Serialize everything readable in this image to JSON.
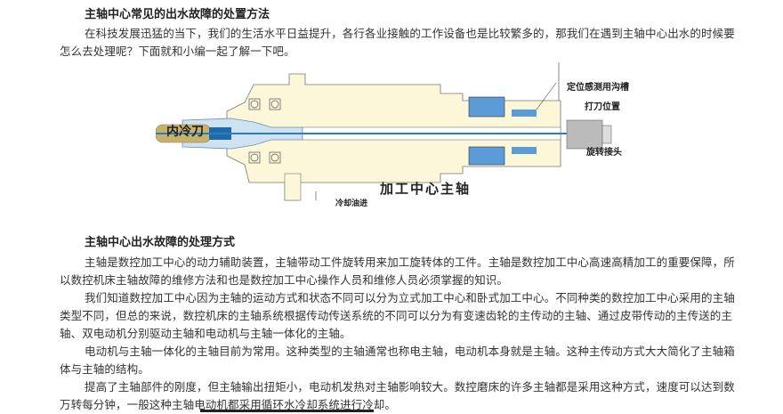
{
  "section1": {
    "title": "主轴中心常见的出水故障的处置方法",
    "paragraph": "在科技发展迅猛的当下，我们的生活水平日益提升，各行各业接触的工作设备也是比较繁多的，那我们在遇到主轴中心出水的时候要怎么去处理呢？下面就和小编一起了解一下吧。"
  },
  "diagram": {
    "label_coolant_tool": "内冷刀",
    "label_positioning_groove": "定位感测用沟槽",
    "label_tool_strike": "打刀位置",
    "label_rotary_joint": "旋转接头",
    "label_coolant_inlet": "冷却油进",
    "label_title": "加工中心主轴"
  },
  "section2": {
    "title": "主轴中心出水故障的处理方式",
    "paragraphs": [
      "主轴是数控加工中心的动力辅助装置，主轴带动工件旋转用来加工旋转体的工件。主轴是数控加工中心高速高精加工的重要保障，所以数控机床主轴故障的维修方法和也是数控加工中心操作人员和维修人员必须掌握的知识。",
      "我们知道数控加工中心因为主轴的运动方式和状态不同可以分为立式加工中心和卧式加工中心。不同种类的数控加工中心采用的主轴类型不同，但总的来说，数控机床的主轴系统根据传动传送系统的不同可以分为有变速齿轮的主传动的主轴、通过皮带传动的主传送的主轴、双电动机分别驱动主轴和电动机与主轴一体化的主轴。",
      "电动机与主轴一体化的主轴目前为常用。这种类型的主轴通常也称电主轴，电动机本身就是主轴。这种主传动方式大大简化了主轴箱体与主轴的结构。",
      "提高了主轴部件的刚度，但主轴输出扭矩小，电动机发热对主轴影响较大。数控磨床的许多主轴都是采用这种方式，速度可以达到数万转每分钟，一般这种主轴电动机都采用循环水冷却系统进行冷却。"
    ]
  }
}
